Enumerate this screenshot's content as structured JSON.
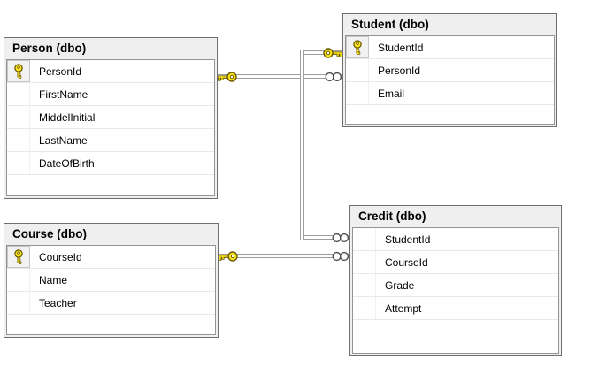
{
  "diagram": {
    "tables": [
      {
        "title": "Person (dbo)",
        "columns": [
          {
            "name": "PersonId",
            "is_primary_key": true
          },
          {
            "name": "FirstName",
            "is_primary_key": false
          },
          {
            "name": "MiddelInitial",
            "is_primary_key": false
          },
          {
            "name": "LastName",
            "is_primary_key": false
          },
          {
            "name": "DateOfBirth",
            "is_primary_key": false
          }
        ]
      },
      {
        "title": "Student (dbo)",
        "columns": [
          {
            "name": "StudentId",
            "is_primary_key": true
          },
          {
            "name": "PersonId",
            "is_primary_key": false
          },
          {
            "name": "Email",
            "is_primary_key": false
          }
        ]
      },
      {
        "title": "Course (dbo)",
        "columns": [
          {
            "name": "CourseId",
            "is_primary_key": true
          },
          {
            "name": "Name",
            "is_primary_key": false
          },
          {
            "name": "Teacher",
            "is_primary_key": false
          }
        ]
      },
      {
        "title": "Credit (dbo)",
        "columns": [
          {
            "name": "StudentId",
            "is_primary_key": false
          },
          {
            "name": "CourseId",
            "is_primary_key": false
          },
          {
            "name": "Grade",
            "is_primary_key": false
          },
          {
            "name": "Attempt",
            "is_primary_key": false
          }
        ]
      }
    ],
    "relations": [
      {
        "from_table": "Person",
        "from_column": "PersonId",
        "from_cardinality": "one",
        "to_table": "Student",
        "to_column": "PersonId",
        "to_cardinality": "many"
      },
      {
        "from_table": "Student",
        "from_column": "StudentId",
        "from_cardinality": "one",
        "to_table": "Credit",
        "to_column": "StudentId",
        "to_cardinality": "many"
      },
      {
        "from_table": "Course",
        "from_column": "CourseId",
        "from_cardinality": "one",
        "to_table": "Credit",
        "to_column": "CourseId",
        "to_cardinality": "many"
      }
    ],
    "icons": {
      "primary_key": "key-icon",
      "one_end": "key-icon",
      "many_end": "infinity-icon"
    },
    "colors": {
      "canvas_bg": "#ffffff",
      "table_border": "#6e6e6e",
      "table_header_bg": "#efefef",
      "inner_border": "#949494",
      "row_separator": "#e9e9e9",
      "key_cell_bg": "#f2f2f2",
      "key_cell_border": "#c6c6c6",
      "pipe": "#9d9d9d",
      "key_fill": "#ffe818",
      "key_outline": "#6b5900",
      "infinity_outline": "#4d4d4d",
      "text": "#000000"
    }
  }
}
